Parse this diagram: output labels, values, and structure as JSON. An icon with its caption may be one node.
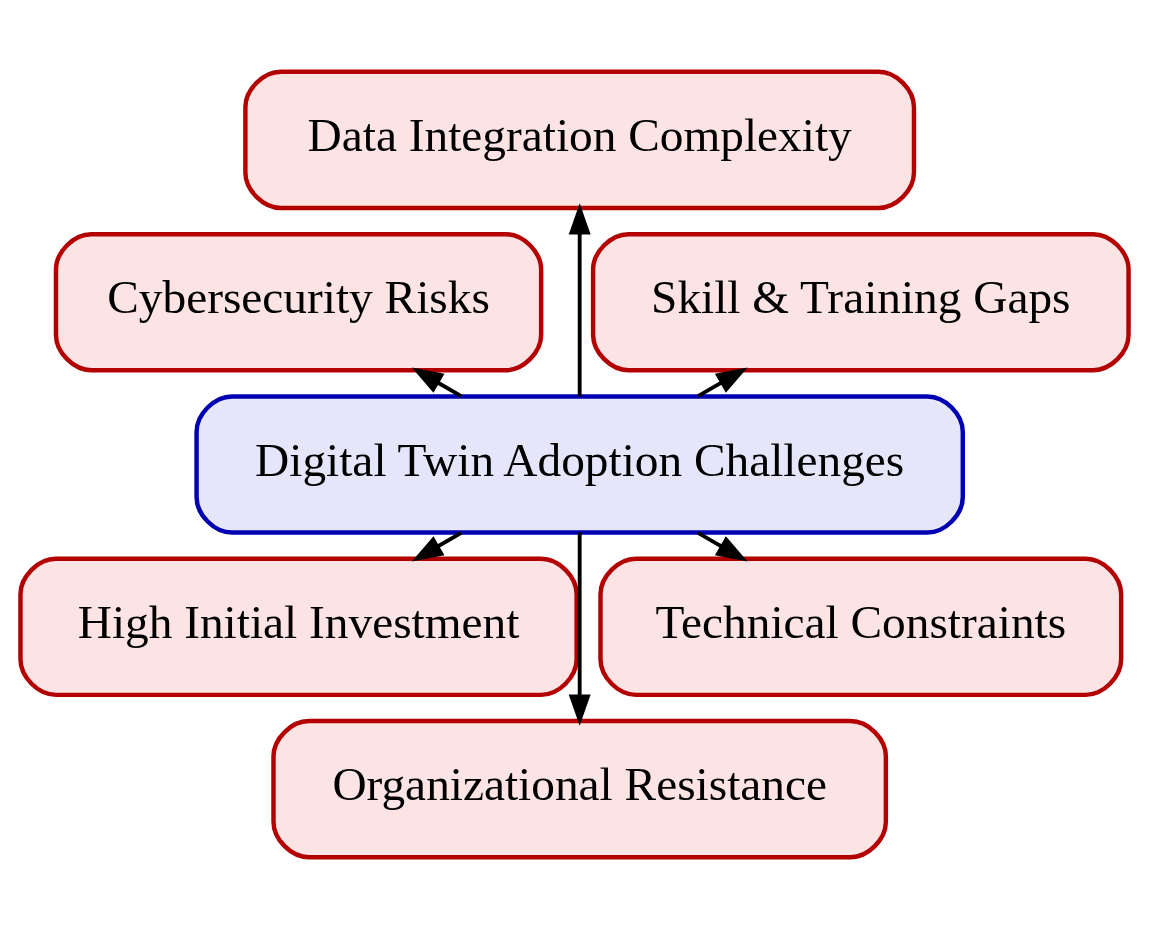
{
  "diagram": {
    "nodes": [
      {
        "text": [
          "Skill & Training Gaps"
        ]
      },
      {
        "text": [
          "Data Integration Complexity"
        ]
      },
      {
        "text": [
          "Cybersecurity Risks"
        ]
      },
      {
        "text": [
          "Digital Twin Adoption Challenges"
        ]
      },
      {
        "text": [
          "High Initial Investment"
        ]
      },
      {
        "text": [
          "Organizational Resistance"
        ]
      },
      {
        "text": [
          "Technical Constraints"
        ]
      }
    ],
    "edges": [
      {
        "from": 3,
        "to": 0,
        "arrow": "to"
      },
      {
        "from": 3,
        "to": 2,
        "arrow": "to"
      },
      {
        "from": 3,
        "to": 5,
        "arrow": "to"
      },
      {
        "from": 3,
        "to": 6,
        "arrow": "to"
      },
      {
        "from": 3,
        "to": 4,
        "arrow": "to"
      },
      {
        "from": 3,
        "to": 1,
        "arrow": "to"
      }
    ]
  }
}
